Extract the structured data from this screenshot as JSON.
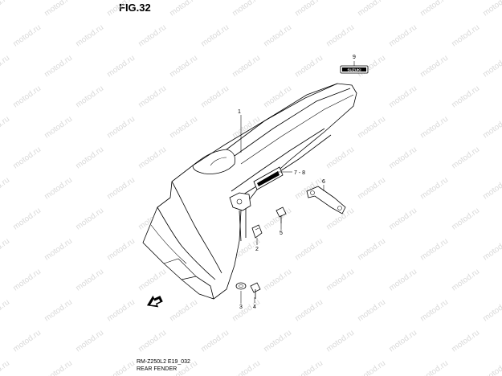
{
  "figure": {
    "title": "FIG.32",
    "model_code": "RM-Z250L2 E19_032",
    "section_name": "REAR FENDER",
    "emblem_text": "SUZUKI",
    "watermark": "motod.ru"
  },
  "callouts": [
    {
      "id": "1",
      "label": "1"
    },
    {
      "id": "2",
      "label": "2"
    },
    {
      "id": "3",
      "label": "3"
    },
    {
      "id": "4",
      "label": "4"
    },
    {
      "id": "5",
      "label": "5"
    },
    {
      "id": "6",
      "label": "6"
    },
    {
      "id": "7",
      "label": "7 - 8"
    },
    {
      "id": "9",
      "label": "9"
    }
  ],
  "icons": [
    "front-direction-arrow-icon"
  ],
  "colors": {
    "line": "#000000",
    "watermark": "#d9d9d9",
    "background": "#ffffff"
  }
}
